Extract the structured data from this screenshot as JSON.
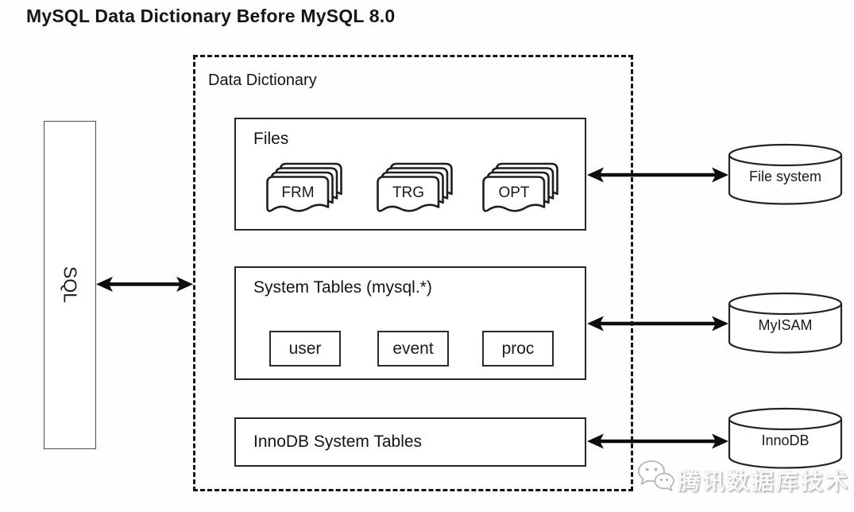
{
  "title": "MySQL Data Dictionary Before MySQL 8.0",
  "sql_box": {
    "label": "SQL"
  },
  "data_dictionary": {
    "label": "Data Dictionary",
    "files_box": {
      "label": "Files",
      "stacks": [
        {
          "label": "FRM"
        },
        {
          "label": "TRG"
        },
        {
          "label": "OPT"
        }
      ]
    },
    "system_tables_box": {
      "label": "System Tables (mysql.*)",
      "tables": [
        {
          "label": "user"
        },
        {
          "label": "event"
        },
        {
          "label": "proc"
        }
      ]
    },
    "innodb_box": {
      "label": "InnoDB System Tables"
    }
  },
  "storage": [
    {
      "label": "File system"
    },
    {
      "label": "MyISAM"
    },
    {
      "label": "InnoDB"
    }
  ],
  "connections": [
    {
      "from": "SQL",
      "to": "Data Dictionary",
      "type": "double-arrow"
    },
    {
      "from": "Files",
      "to": "File system",
      "type": "double-arrow"
    },
    {
      "from": "System Tables (mysql.*)",
      "to": "MyISAM",
      "type": "double-arrow"
    },
    {
      "from": "InnoDB System Tables",
      "to": "InnoDB",
      "type": "double-arrow"
    }
  ],
  "watermark": {
    "icon": "wechat-icon",
    "text": "腾讯数据库技术"
  },
  "colors": {
    "background": "#ffffff",
    "stroke": "#262626",
    "dashed_border": "#151515",
    "watermark_gray": "#b6b6b6"
  }
}
